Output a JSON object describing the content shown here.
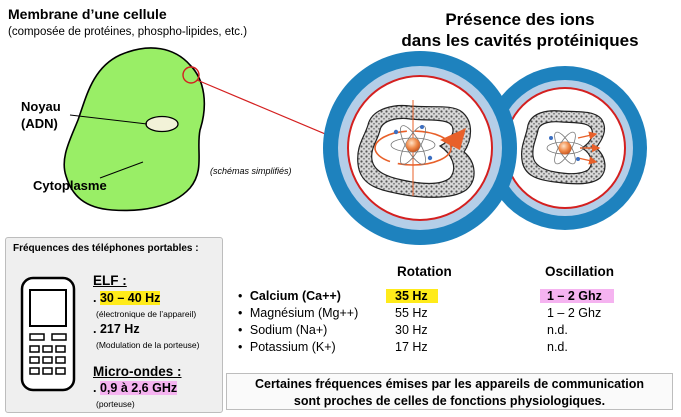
{
  "cell": {
    "title": "Membrane d’une cellule",
    "subtitle": "(composée de protéines, phospho-lipides, etc.)",
    "noyau_line1": "Noyau",
    "noyau_line2": "(ADN)",
    "cytoplasme": "Cytoplasme",
    "note": "(schémas simplifiés)"
  },
  "ions_title_line1": "Présence des ions",
  "ions_title_line2": "dans les cavités protéiniques",
  "phones": {
    "title": "Fréquences des téléphones portables :",
    "elf_label": "ELF :",
    "elf_freq1": "30 – 40 Hz",
    "elf_freq1_note": "(électronique de l’appareil)",
    "elf_freq2": "217 Hz",
    "elf_freq2_note": "(Modulation de la porteuse)",
    "mo_label": "Micro-ondes :",
    "mo_freq": "0,9 à 2,6 GHz",
    "mo_freq_note": "(porteuse)",
    "dot": "."
  },
  "table": {
    "headers": {
      "rotation": "Rotation",
      "oscillation": "Oscillation"
    },
    "rows": [
      {
        "ion": "Calcium (Ca++)",
        "rotation": "35 Hz",
        "oscillation": "1 – 2 Ghz",
        "bullet": "•"
      },
      {
        "ion": "Magnésium (Mg++)",
        "rotation": "55 Hz",
        "oscillation": "1 – 2 Ghz",
        "bullet": "•"
      },
      {
        "ion": "Sodium (Na+)",
        "rotation": "30 Hz",
        "oscillation": "n.d.",
        "bullet": "•"
      },
      {
        "ion": "Potassium (K+)",
        "rotation": "17 Hz",
        "oscillation": "n.d.",
        "bullet": "•"
      }
    ]
  },
  "conclusion": {
    "line1": "Certaines fréquences émises par les appareils de communication",
    "line2": "sont proches de celles de fonctions physiologiques."
  },
  "colors": {
    "cell_fill": "#99ee66",
    "ring_blue": "#1e82be",
    "ring_light": "#b4cee8",
    "highlight_yellow": "#ffeb1a",
    "highlight_pink": "#f5b3f0",
    "accent_red": "#d42020",
    "arrow_orange": "#e8602a"
  },
  "icons": [
    "mobile-phone-icon",
    "atom-icon",
    "rotation-arrow-icon",
    "oscillation-arrows-icon"
  ]
}
